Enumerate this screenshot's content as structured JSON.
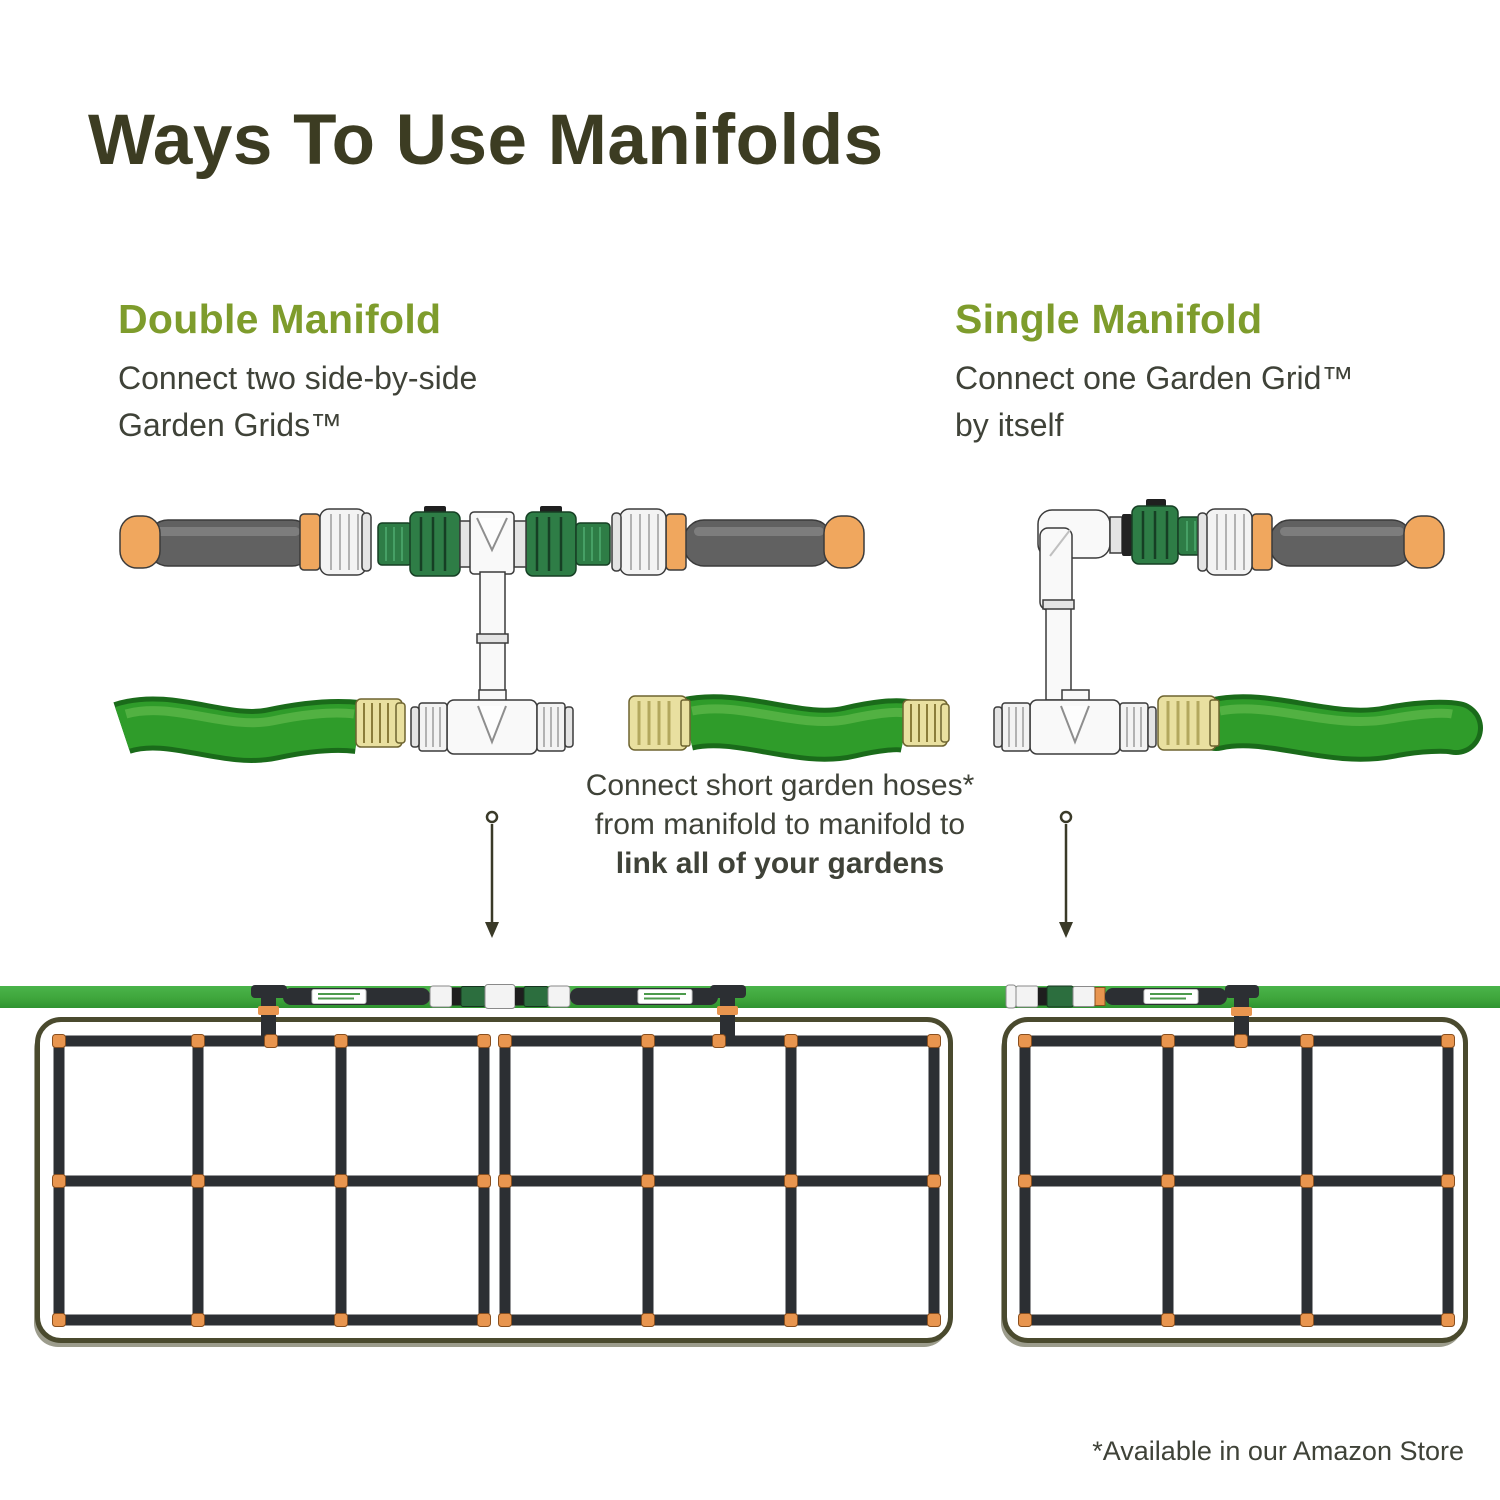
{
  "title": "Ways To Use Manifolds",
  "double_section": {
    "heading": "Double Manifold",
    "description": [
      "Connect two side-by-side",
      "Garden Grids™"
    ]
  },
  "single_section": {
    "heading": "Single Manifold",
    "description": [
      "Connect one Garden Grid™",
      "by itself"
    ]
  },
  "caption": {
    "line1": "Connect short garden hoses*",
    "line2": "from manifold to manifold to",
    "line3": "link all of your gardens"
  },
  "footnote": "*Available in our Amazon Store",
  "colors": {
    "title_text": "#3c3c22",
    "accent_olive": "#7e9c2c",
    "body_text": "#3f4238",
    "bar_green": "#3fa63c",
    "hose_green": "#2f9c2a",
    "hose_green_dark": "#1a6b1a",
    "hose_green_light": "#58b547",
    "brass": "#e9e0a0",
    "brass_dark": "#6e6430",
    "brass_ridge": "#b3a85e",
    "pipe_black": "#2c2f33",
    "connector_orange": "#e8954f",
    "bed_border": "#4a4a2e",
    "pvc_white": "#f9f9f9",
    "outline_gray": "#3b3b3b",
    "union_green": "#2e7d46",
    "union_green_dark": "#163f24",
    "hose_gray": "#616161",
    "tip_orange": "#f0a75e",
    "silver": "#f3f3f3",
    "label_text_green": "#4c9a4c",
    "arrow_dark": "#3a3a28"
  }
}
